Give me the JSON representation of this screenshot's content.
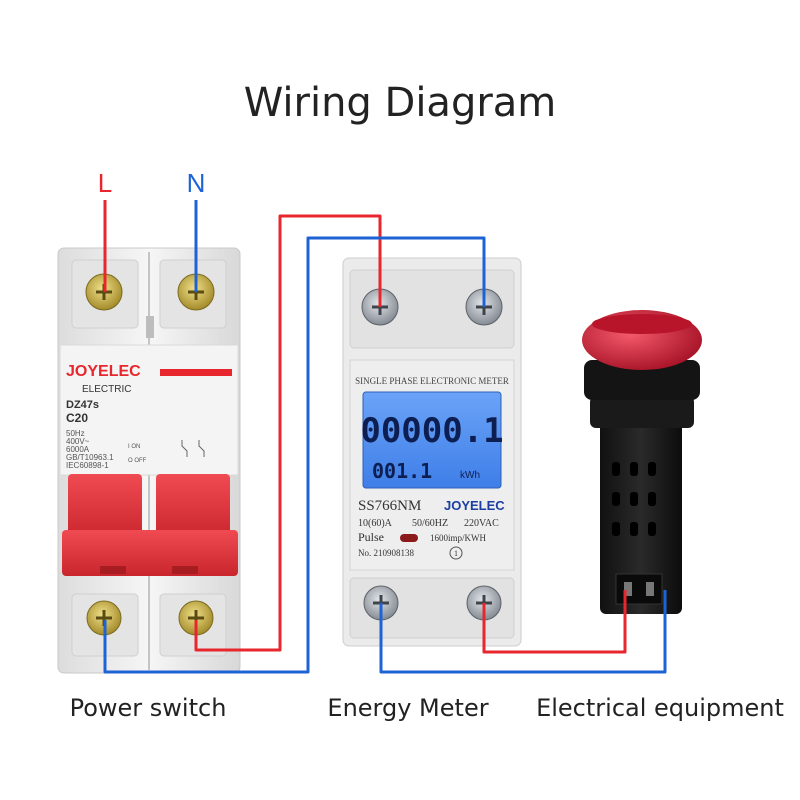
{
  "title": "Wiring Diagram",
  "inputs": {
    "line_label": "L",
    "neutral_label": "N"
  },
  "breaker": {
    "brand": "JOYELEC",
    "subtitle": "ELECTRIC",
    "model": "DZ47s",
    "rating": "C20",
    "specs": [
      "50Hz",
      "400V~",
      "6000A",
      "GB/T10963.1",
      "IEC60898-1"
    ],
    "on_label": "I ON",
    "off_label": "O OFF",
    "caption": "Power switch"
  },
  "meter": {
    "header": "SINGLE PHASE ELECTRONIC METER",
    "reading_main": "00000.1",
    "reading_sub": "001.1",
    "unit": "kWh",
    "model": "SS766NM",
    "brand": "JOYELEC",
    "current": "10(60)A",
    "frequency": "50/60HZ",
    "voltage": "220VAC",
    "pulse_label": "Pulse",
    "impulse": "1600imp/KWH",
    "serial": "No. 210908138",
    "class_mark": "1",
    "caption": "Energy Meter"
  },
  "device": {
    "caption": "Electrical equipment"
  },
  "colors": {
    "live": "#e8262d",
    "neutral": "#1e63d6",
    "breaker_red": "#e0353c",
    "lcd": "#4f8df2",
    "lamp": "#c8102e",
    "body": "#efefef"
  }
}
